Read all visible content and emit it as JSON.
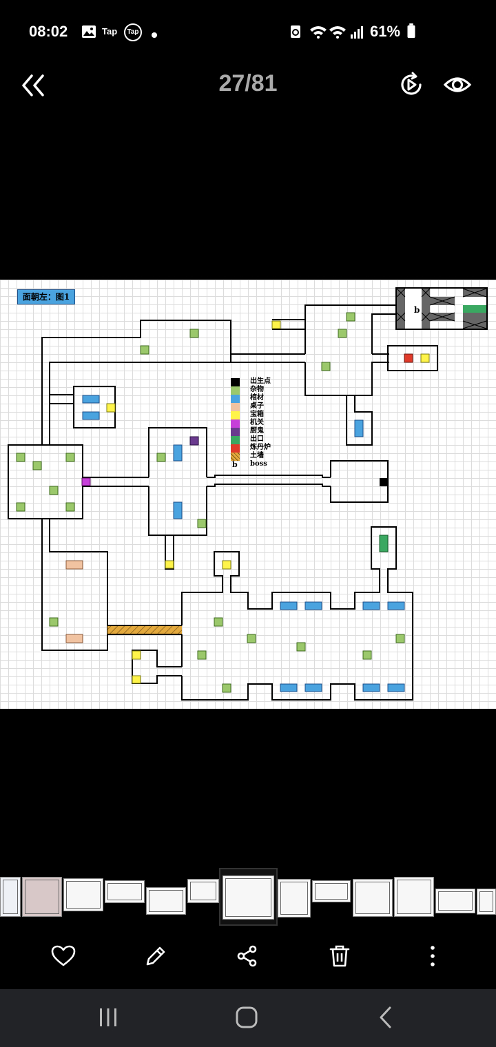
{
  "status_bar": {
    "time": "08:02",
    "battery": "61%",
    "tap_label_1": "Tap",
    "tap_label_2": "Tap"
  },
  "viewer": {
    "counter": "27/81"
  },
  "map": {
    "title": "面朝左：图1",
    "boss_marker": "b",
    "legend": [
      {
        "label": "出生点",
        "color": "#000000"
      },
      {
        "label": "杂物",
        "color": "#9ac86a"
      },
      {
        "label": "棺材",
        "color": "#4aa3df"
      },
      {
        "label": "桌子",
        "color": "#f2c3a0"
      },
      {
        "label": "宝箱",
        "color": "#fff44a"
      },
      {
        "label": "机关",
        "color": "#c63fd8"
      },
      {
        "label": "厨鬼",
        "color": "#6a3a8e"
      },
      {
        "label": "出口",
        "color": "#3aa860"
      },
      {
        "label": "炼丹炉",
        "color": "#e03b2a"
      },
      {
        "label": "土墙",
        "color": "#e3a93c"
      },
      {
        "label": "boss",
        "symbol": "b"
      }
    ]
  },
  "colors": {
    "clutter": "#9ac86a",
    "coffin": "#4aa3df",
    "table": "#f2c3a0",
    "chest": "#fff44a",
    "mechanism": "#c63fd8",
    "ghost": "#6a3a8e",
    "exit": "#3aa860",
    "furnace": "#e03b2a",
    "dirt_wall": "#e3a93c",
    "spawn": "#000000"
  },
  "icons": {
    "back": "double-chevron-left-icon",
    "play": "rotate-play-icon",
    "eye": "eye-icon",
    "like": "heart-icon",
    "edit": "pencil-icon",
    "share": "share-icon",
    "delete": "trash-icon",
    "more": "more-vertical-icon"
  }
}
